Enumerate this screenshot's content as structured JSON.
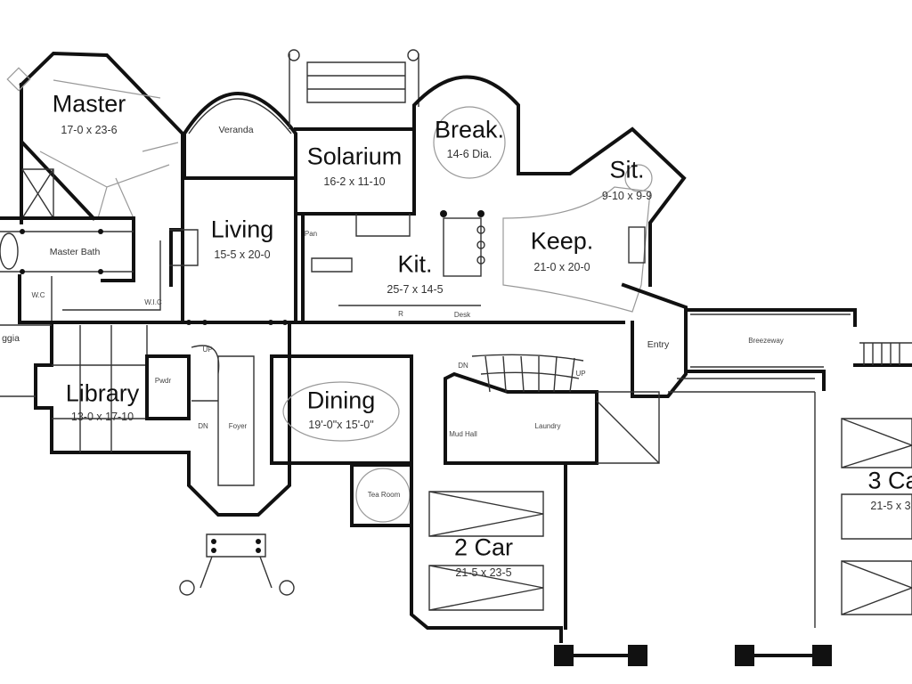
{
  "plan": {
    "rooms": {
      "master": {
        "name": "Master",
        "size": "17-0 x 23-6"
      },
      "veranda": {
        "name": "Veranda"
      },
      "solarium": {
        "name": "Solarium",
        "size": "16-2 x 11-10"
      },
      "breakfast": {
        "name": "Break.",
        "size": "14-6 Dia."
      },
      "sitting": {
        "name": "Sit.",
        "size": "9-10 x 9-9"
      },
      "living": {
        "name": "Living",
        "size": "15-5 x 20-0"
      },
      "master_bath": {
        "name": "Master Bath"
      },
      "pantry": {
        "name": "Pan"
      },
      "kitchen": {
        "name": "Kit.",
        "size": "25-7 x 14-5"
      },
      "keeping": {
        "name": "Keep.",
        "size": "21-0 x 20-0"
      },
      "wc": {
        "name": "W.C"
      },
      "wic": {
        "name": "W.I.C"
      },
      "refrigerator": {
        "name": "R"
      },
      "desk": {
        "name": "Desk"
      },
      "loggia": {
        "name": "ggia"
      },
      "entry": {
        "name": "Entry"
      },
      "breezeway": {
        "name": "Breezeway"
      },
      "library": {
        "name": "Library",
        "size": "13-0 x 17-10"
      },
      "powder": {
        "name": "Pwdr"
      },
      "dining": {
        "name": "Dining",
        "size": "19'-0\"x 15'-0\""
      },
      "foyer": {
        "name": "Foyer"
      },
      "mud_hall": {
        "name": "Mud Hall"
      },
      "laundry": {
        "name": "Laundry"
      },
      "tea_room": {
        "name": "Tea Room"
      },
      "garage_2car": {
        "name": "2 Car",
        "size": "21-5 x 23-5"
      },
      "garage_3car": {
        "name": "3 Ca",
        "size": "21-5 x 3"
      }
    },
    "stairs": {
      "up_foyer": "UP",
      "dn_foyer": "DN",
      "dn_rear": "DN",
      "up_rear": "UP"
    }
  }
}
